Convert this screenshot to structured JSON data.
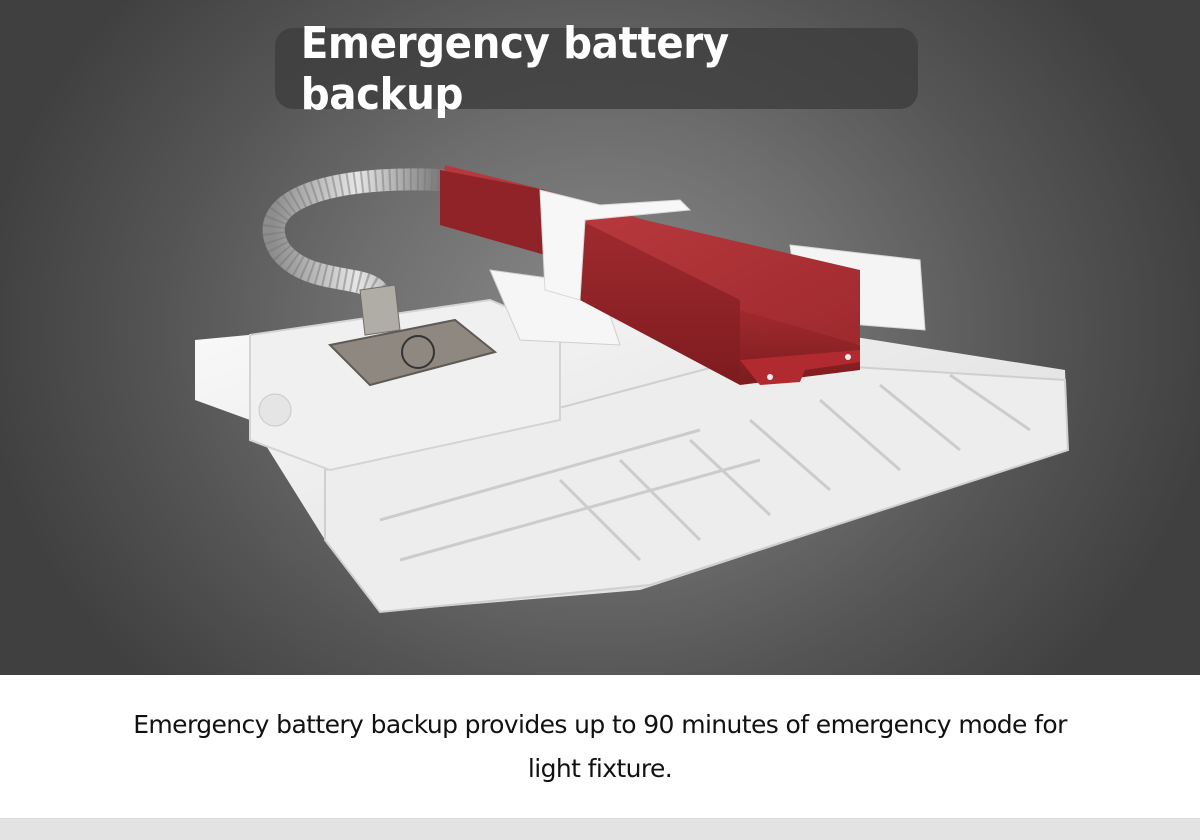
{
  "hero": {
    "title": "Emergency battery backup",
    "image_alt": "Emergency battery backup unit (red box) mounted on white light fixture housing with flexible metal conduit",
    "colors": {
      "background_center": "#8a8a8a",
      "background_edge": "#404040",
      "pill": "#3c3c3c",
      "battery_red": "#a3262b",
      "housing_white": "#f2f2f2"
    }
  },
  "caption": {
    "text": "Emergency battery backup provides up to 90 minutes of emergency mode for light fixture."
  }
}
